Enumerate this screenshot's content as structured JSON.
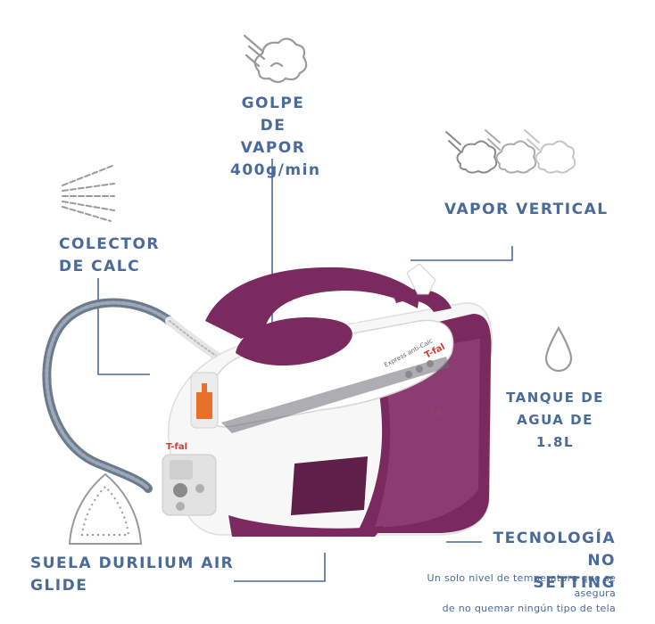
{
  "features": {
    "steam_burst": {
      "line1": "GOLPE DE",
      "line2": "VAPOR",
      "line3": "400g/min"
    },
    "vertical_steam": {
      "text": "VAPOR VERTICAL"
    },
    "calc_collector": {
      "line1": "COLECTOR",
      "line2": "DE CALC"
    },
    "water_tank": {
      "line1": "TANQUE DE AGUA DE",
      "line2": "1.8L"
    },
    "soleplate": {
      "line1": "SUELA DURILIUM AIR",
      "line2": "GLIDE"
    },
    "no_setting": {
      "line1": "TECNOLOGÍA NO",
      "line2": "SETTING",
      "desc1": "Un solo nivel de temperatura que se asegura",
      "desc2": "de no quemar ningún tipo de tela"
    }
  },
  "product": {
    "brand": "T-fal",
    "model_text": "Express anti-Calc",
    "tank_marking": "1.8L"
  },
  "colors": {
    "label": "#4a6a9a",
    "plum": "#7a2a5e",
    "plum_dark": "#5e1f48",
    "accent_orange": "#e8702a",
    "icon_gray": "#9a9a9a"
  }
}
